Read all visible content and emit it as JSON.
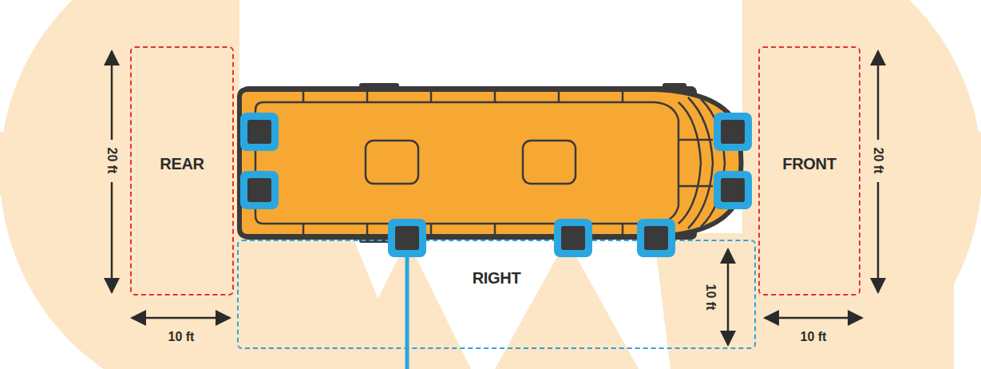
{
  "diagram": {
    "nodes": [
      {
        "text": [
          "REAR"
        ]
      },
      {
        "text": [
          "FRONT"
        ]
      },
      {
        "text": [
          "RIGHT"
        ]
      }
    ],
    "labels": [
      "20 ft",
      "20 ft",
      "10 ft",
      "10 ft",
      "10 ft"
    ]
  }
}
